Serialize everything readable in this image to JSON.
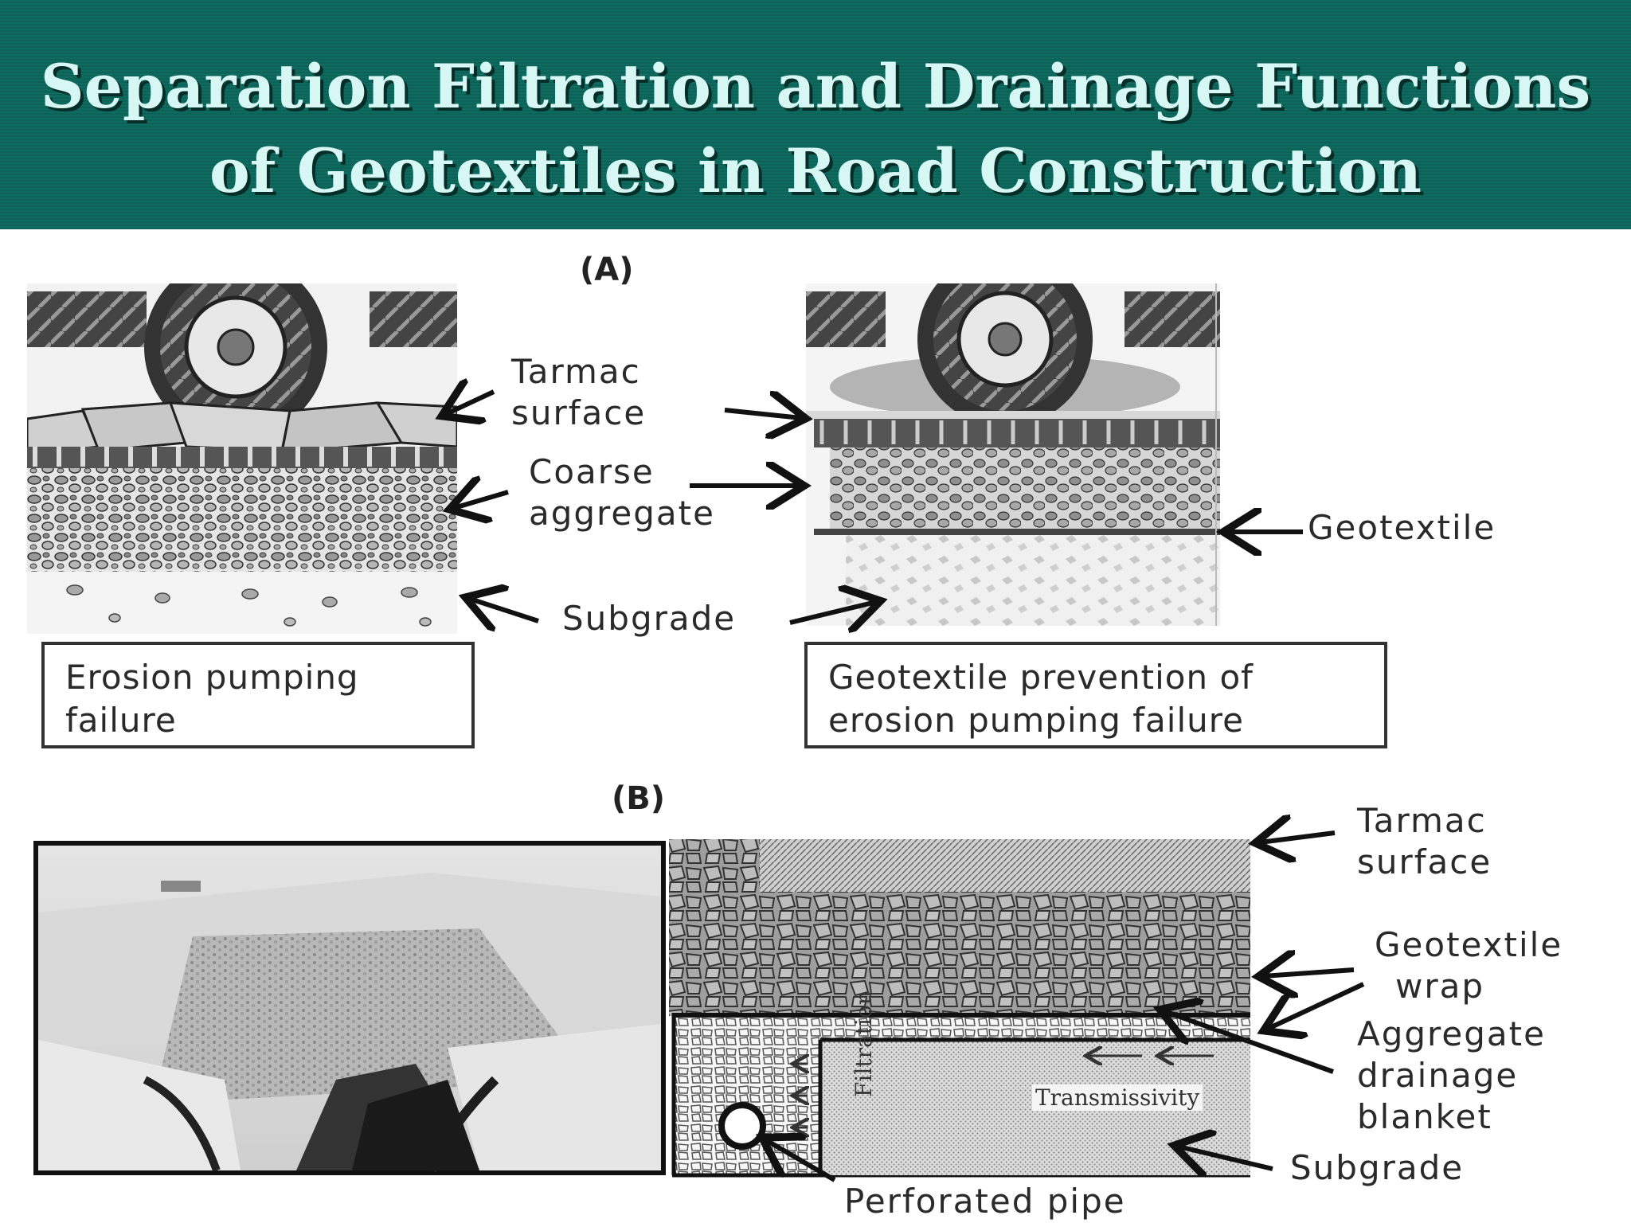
{
  "title": {
    "line1": "Separation Filtration and Drainage Functions",
    "line2": "of Geotextiles in Road Construction"
  },
  "panel_a": {
    "letter": "(A)",
    "labels": {
      "tarmac_1": "Tarmac",
      "tarmac_2": "surface",
      "coarse_1": "Coarse",
      "coarse_2": "aggregate",
      "subgrade": "Subgrade",
      "geotextile": "Geotextile"
    },
    "caption_left_1": "Erosion pumping",
    "caption_left_2": "failure",
    "caption_right_1": "Geotextile prevention of",
    "caption_right_2": "erosion pumping failure"
  },
  "panel_b": {
    "letter": "(B)",
    "labels": {
      "tarmac_1": "Tarmac",
      "tarmac_2": "surface",
      "geotextile_1": "Geotextile",
      "geotextile_2": "wrap",
      "aggregate_1": "Aggregate",
      "aggregate_2": "drainage",
      "aggregate_3": "blanket",
      "subgrade": "Subgrade",
      "pipe": "Perforated  pipe",
      "filtration": "Filtration",
      "transmissivity": "Transmissivity"
    }
  }
}
